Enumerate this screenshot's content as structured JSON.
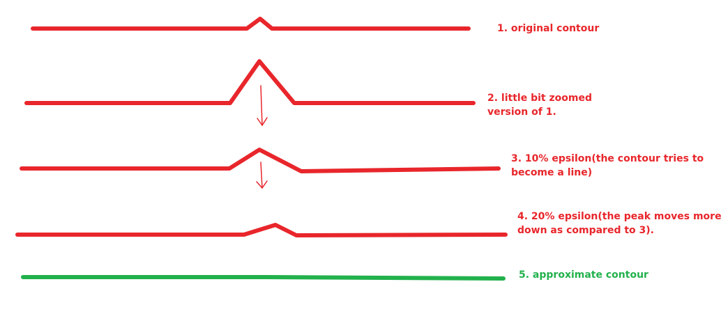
{
  "colors": {
    "stroke": "#e8262b",
    "arrow": "#e8262b",
    "final_stroke": "#22b14c",
    "label": "#e8262b",
    "final_label": "#22b14c"
  },
  "steps": [
    {
      "label_lines": [
        "1. original contour"
      ]
    },
    {
      "label_lines": [
        "2. little bit zoomed",
        "version of 1."
      ]
    },
    {
      "label_lines": [
        "3. 10% epsilon(the contour tries to",
        "become a line)"
      ]
    },
    {
      "label_lines": [
        "4. 20% epsilon(the peak moves more",
        "down as compared to 3)."
      ]
    },
    {
      "label_lines": [
        "5. approximate contour"
      ]
    }
  ]
}
